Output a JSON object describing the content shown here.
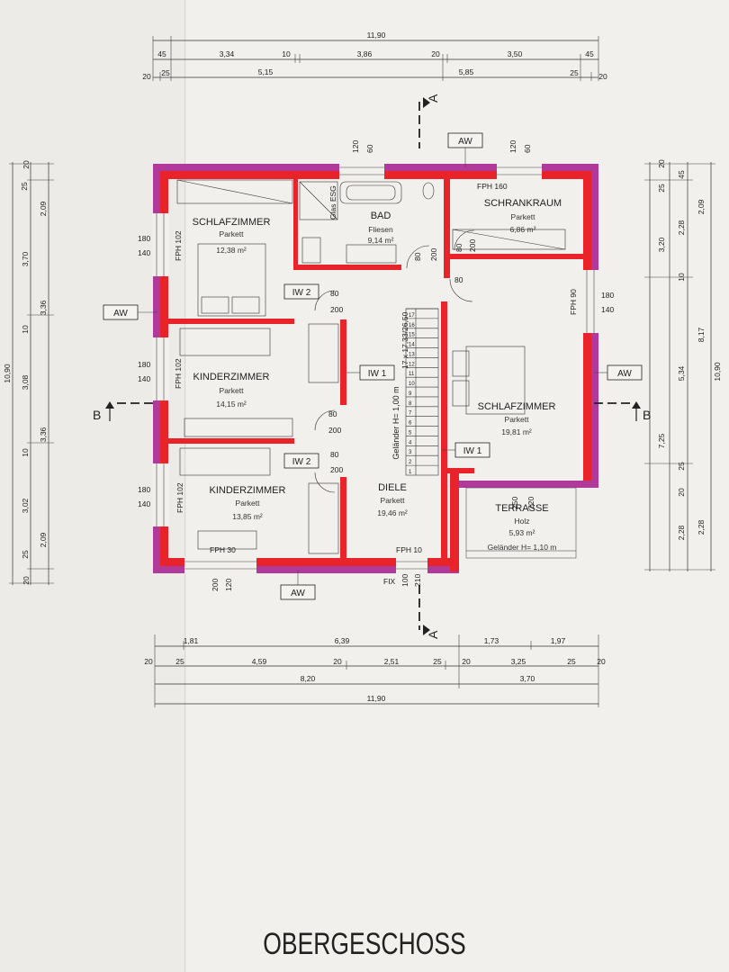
{
  "title": "OBERGESCHOSS",
  "rooms": [
    {
      "name": "SCHLAFZIMMER",
      "floor": "Parkett",
      "area": "12,38 m²"
    },
    {
      "name": "KINDERZIMMER",
      "floor": "Parkett",
      "area": "14,15 m²"
    },
    {
      "name": "KINDERZIMMER",
      "floor": "Parkett",
      "area": "13,85 m²"
    },
    {
      "name": "BAD",
      "floor": "Fliesen",
      "area": "9,14 m²"
    },
    {
      "name": "SCHRANKRAUM",
      "floor": "Parkett",
      "area": "6,86 m²"
    },
    {
      "name": "SCHLAFZIMMER",
      "floor": "Parkett",
      "area": "19,81 m²"
    },
    {
      "name": "DIELE",
      "floor": "Parkett",
      "area": "19,46 m²"
    },
    {
      "name": "TERRASSE",
      "floor": "Holz",
      "area": "5,93 m²",
      "note": "Geländer H= 1,10 m"
    }
  ],
  "labels": {
    "aw": "AW",
    "iw1": "IW 1",
    "iw2": "IW 2",
    "section_a": "A",
    "section_b": "B",
    "fph160": "FPH 160",
    "fph102": "FPH 102",
    "fph90": "FPH 90",
    "fph30": "FPH 30",
    "fph10": "FPH 10",
    "fix": "FIX",
    "glas_esg": "Glas ESG",
    "gelaender": "Geländer H= 1,00 m",
    "stair_formula": "17 x 17,33/26,50"
  },
  "dims": {
    "top1": "11,90",
    "top2": [
      "45",
      "3,34",
      "10",
      "3,86",
      "20",
      "3,50",
      "45"
    ],
    "top3": [
      "20",
      "25",
      "5,15",
      "5,85",
      "25",
      "20"
    ],
    "bottom1": [
      "1,81",
      "6,39",
      "1,73",
      "1,97"
    ],
    "bottom2": [
      "20",
      "25",
      "4,59",
      "20",
      "2,51",
      "25",
      "20",
      "3,25",
      "25",
      "20"
    ],
    "bottom3": [
      "8,20",
      "3,70"
    ],
    "bottom4": "11,90",
    "left1": [
      "20",
      "25",
      "2,09",
      "3,70",
      "3,36",
      "10",
      "3,08",
      "3,36",
      "10",
      "3,02",
      "2,09",
      "25",
      "20"
    ],
    "left_total": "10,90",
    "right1": [
      "20",
      "45",
      "25",
      "2,28",
      "10",
      "3,20",
      "5,34",
      "25",
      "20",
      "2,28"
    ],
    "right2": [
      "2,09",
      "8,17",
      "7,25",
      "2,28"
    ],
    "right_total": "10,90",
    "window_left": [
      "180",
      "140"
    ],
    "window_top": [
      "120",
      "60"
    ],
    "window_right": [
      "180",
      "140"
    ],
    "door": [
      "80",
      "200"
    ],
    "window_bottom": [
      "200",
      "120"
    ],
    "fix_window": [
      "100",
      "210"
    ],
    "terrace_door": [
      "250",
      "220"
    ]
  }
}
